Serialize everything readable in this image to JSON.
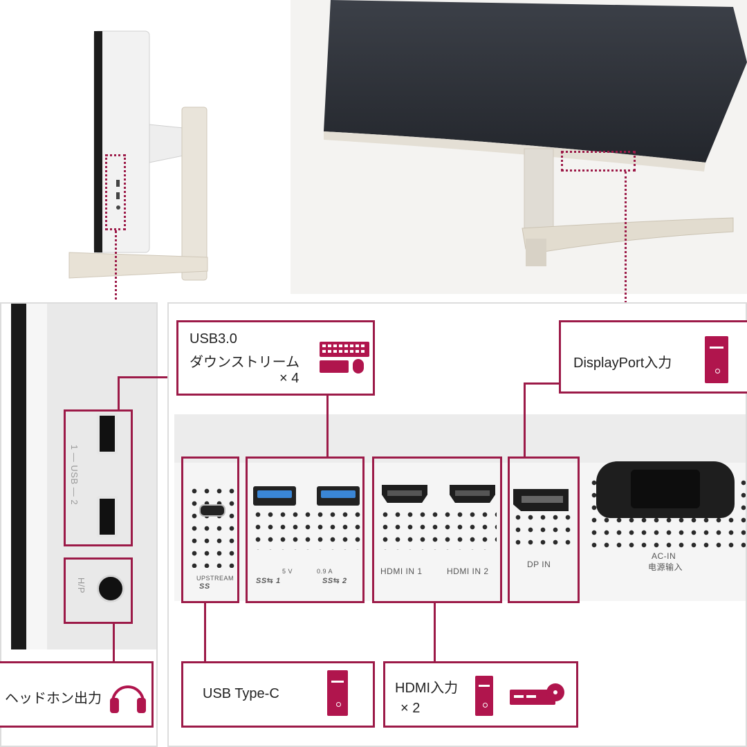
{
  "callouts": {
    "usb30_line1": "USB3.0",
    "usb30_line2": "ダウンストリーム",
    "usb30_line3": "× 4",
    "displayport": "DisplayPort入力",
    "headphone": "ヘッドホン出力",
    "usb_type_c": "USB Type-C",
    "hdmi_line1": "HDMI入力",
    "hdmi_line2": "× 2"
  },
  "port_labels": {
    "upstream": "UPSTREAM",
    "ss": "SS",
    "usb_power_5v": "5 V",
    "usb_power_09a": "0.9 A",
    "ss_usb1": "SS⇆ 1",
    "ss_usb2": "SS⇆ 2",
    "hdmi_in_1": "HDMI IN 1",
    "hdmi_in_2": "HDMI IN 2",
    "dp_in": "DP IN",
    "ac_in": "AC-IN",
    "ac_in_cn": "电源输入"
  },
  "side_panel_labels": {
    "usb": "1 — USB — 2",
    "hp": "H/P"
  },
  "colors": {
    "accent": "#9c1a48",
    "icon_fill": "#b0154d",
    "panel_border": "#dcdcdc"
  }
}
